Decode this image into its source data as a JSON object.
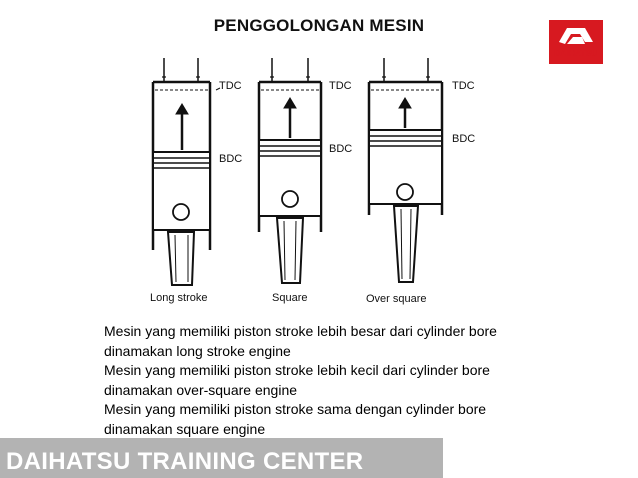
{
  "slide": {
    "title": "PENGGOLONGAN MESIN",
    "logo_text": "DAIHATSU",
    "brand_color": "#d71920"
  },
  "diagram": {
    "tdc_label": "TDC",
    "bdc_label": "BDC",
    "engines": [
      {
        "caption": "Long stroke"
      },
      {
        "caption": "Square"
      },
      {
        "caption": "Over square"
      }
    ]
  },
  "body": {
    "lines": [
      "Mesin yang memiliki piston stroke lebih besar dari cylinder bore dinamakan long stroke engine",
      "Mesin yang memiliki piston stroke lebih kecil dari cylinder bore dinamakan over-square engine",
      "Mesin yang memiliki piston stroke sama dengan cylinder bore dinamakan square engine"
    ]
  },
  "footer": {
    "text": "DAIHATSU TRAINING CENTER",
    "bar_color": "#b3b3b3"
  }
}
